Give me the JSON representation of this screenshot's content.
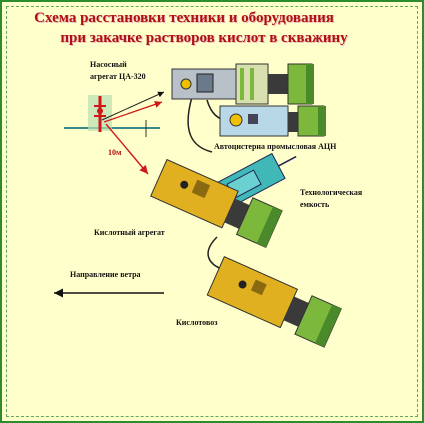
{
  "title": {
    "line1": "Схема расстановки техники и оборудования",
    "line2": "при закачке растворов кислот в скважину"
  },
  "labels": {
    "pump_unit_1": "Насосный",
    "pump_unit_2": "агрегат ЦА-320",
    "acid_truck": "Автоцистерна промысловая АЦН",
    "tank_1": "Технологическая",
    "tank_2": "емкость",
    "acid_unit": "Кислотный агрегат",
    "wind": "Направление ветра",
    "acid_carrier": "Кислотовоз",
    "distance": "10м"
  },
  "colors": {
    "frame_border": "#2e8b2e",
    "background": "#ffffcc",
    "title": "#b01010",
    "truck_yellow": "#e0b020",
    "truck_grey": "#b8c0c8",
    "tank_teal": "#40b8b8",
    "tank_green": "#7cb83c",
    "wellhead_red": "#d01818",
    "arrow_red": "#d01818"
  },
  "icons": [
    "pump-truck-icon",
    "tanker-truck-icon",
    "tank-trailer-icon",
    "acid-truck-icon",
    "wellhead-icon",
    "wind-arrow-icon"
  ]
}
